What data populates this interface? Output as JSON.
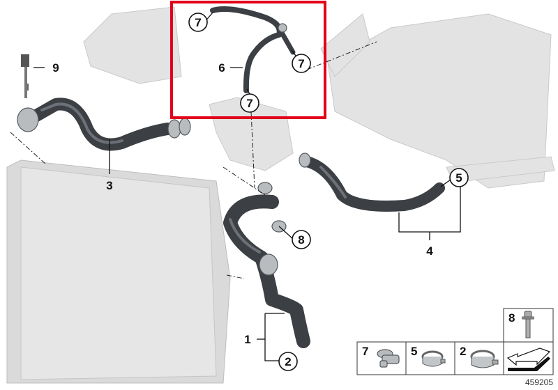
{
  "diagram": {
    "part_number": "459205",
    "highlight_color": "#e2001a",
    "hose_color": "#3c3f44",
    "callouts": {
      "c7a": "7",
      "c7b": "7",
      "c7c": "7",
      "c6": "6",
      "c9": "9",
      "c3": "3",
      "c5": "5",
      "c4": "4",
      "c8": "8",
      "c1": "1",
      "c2": "2"
    },
    "legend": [
      {
        "label": "8",
        "icon": "bolt-icon"
      },
      {
        "label": "7",
        "icon": "clamp-with-nipple-icon"
      },
      {
        "label": "5",
        "icon": "spring-clamp-icon"
      },
      {
        "label": "2",
        "icon": "spring-clamp-icon"
      },
      {
        "label": "",
        "icon": "direction-arrow-icon"
      }
    ]
  }
}
